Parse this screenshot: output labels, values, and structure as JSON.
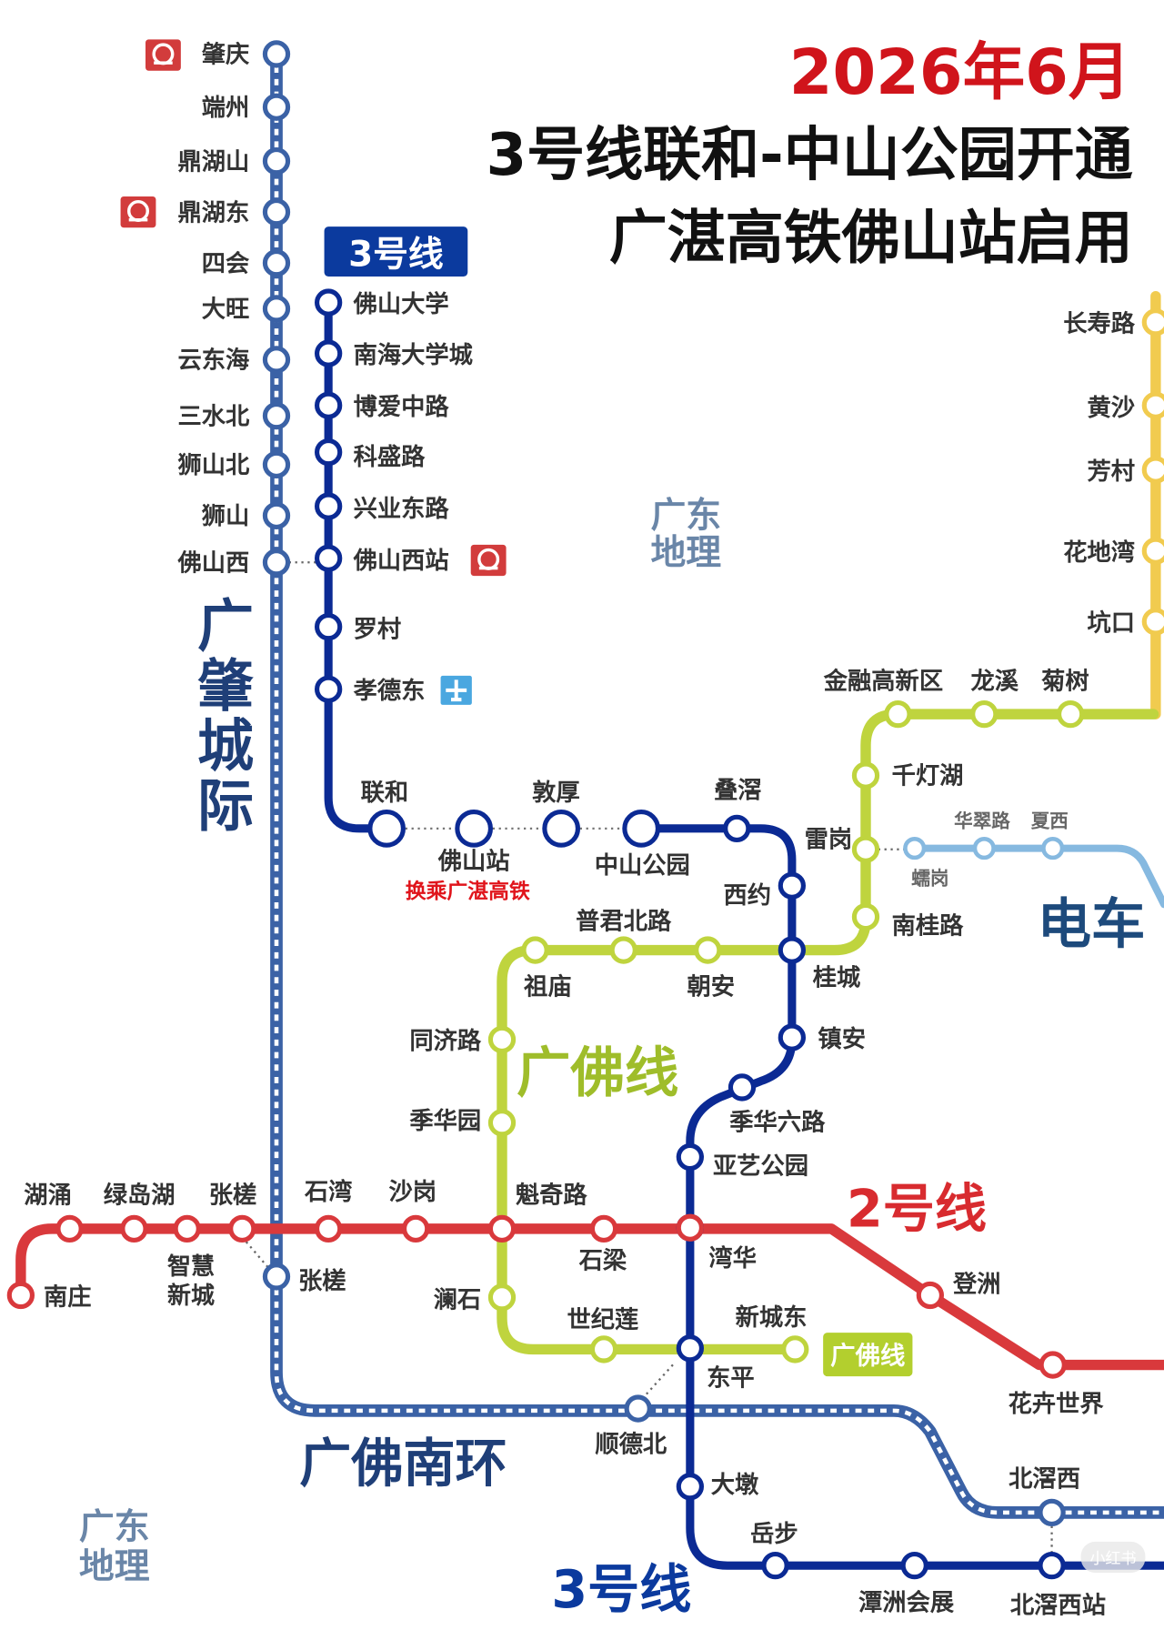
{
  "title": {
    "date": "2026年6月",
    "line1": "3号线联和-中山公园开通",
    "line2": "广湛高铁佛山站启用"
  },
  "colors": {
    "line3": "#0b2a94",
    "intercity": "#3b62a6",
    "line2": "#d9393c",
    "guangfo": "#bfd43e",
    "yellow": "#f1cb4f",
    "tram": "#86b9e0",
    "rail_icon": "#d23c3c",
    "airport_icon": "#4aa7e0"
  },
  "labels": {
    "line3_badge": "3号线",
    "intercity_name": "广肇城际",
    "watermark": [
      "广东",
      "地理"
    ],
    "south_ring": "广佛南环",
    "line2_name": "2号线",
    "tram_name": "电车",
    "guangfo_badge": "广佛线",
    "guangfo_name": "广佛线",
    "line3_bottom": "3号线",
    "foshan_transfer": "换乘广湛高铁",
    "corner_mark": "小红书"
  },
  "lines": {
    "intercity": [
      "肇庆",
      "端州",
      "鼎湖山",
      "鼎湖东",
      "四会",
      "大旺",
      "云东海",
      "三水北",
      "狮山北",
      "狮山",
      "佛山西",
      "张槎",
      "顺德北",
      "北滘西"
    ],
    "line3": [
      "佛山大学",
      "南海大学城",
      "博爱中路",
      "科盛路",
      "兴业东路",
      "佛山西站",
      "罗村",
      "孝德东",
      "联和",
      "佛山站",
      "敦厚",
      "中山公园",
      "叠滘",
      "西约",
      "桂城",
      "镇安",
      "季华六路",
      "亚艺公园",
      "湾华",
      "东平",
      "大墩",
      "岳步",
      "潭洲会展",
      "北滘西站"
    ],
    "line2": [
      "南庄",
      "湖涌",
      "绿岛湖",
      "智慧新城",
      "张槎",
      "石湾",
      "沙岗",
      "魁奇路",
      "石梁",
      "湾华",
      "登洲",
      "花卉世界"
    ],
    "guangfo": [
      "菊树",
      "龙溪",
      "金融高新区",
      "千灯湖",
      "雷岗",
      "南桂路",
      "朝安",
      "普君北路",
      "祖庙",
      "同济路",
      "季华园",
      "澜石",
      "世纪莲",
      "新城东"
    ],
    "yellow": [
      "长寿路",
      "黄沙",
      "芳村",
      "花地湾",
      "坑口"
    ],
    "tram": [
      "蠕岗",
      "华翠路",
      "夏西"
    ]
  },
  "icons": {
    "rail_stations": [
      "肇庆",
      "鼎湖东",
      "佛山西站"
    ],
    "airport_stations": [
      "孝德东"
    ],
    "interchange": "interchange-arrows-icon"
  }
}
